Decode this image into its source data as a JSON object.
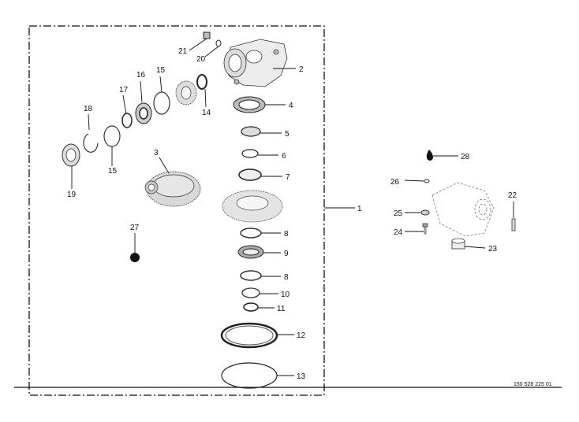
{
  "drawing": {
    "reference_number": "150 528 225 01",
    "callouts": [
      {
        "id": "c1",
        "label": "1"
      },
      {
        "id": "c2",
        "label": "2"
      },
      {
        "id": "c3",
        "label": "3"
      },
      {
        "id": "c4",
        "label": "4"
      },
      {
        "id": "c5",
        "label": "5"
      },
      {
        "id": "c6",
        "label": "6"
      },
      {
        "id": "c7",
        "label": "7"
      },
      {
        "id": "c8a",
        "label": "8"
      },
      {
        "id": "c9",
        "label": "9"
      },
      {
        "id": "c8b",
        "label": "8"
      },
      {
        "id": "c10",
        "label": "10"
      },
      {
        "id": "c11",
        "label": "11"
      },
      {
        "id": "c12",
        "label": "12"
      },
      {
        "id": "c13",
        "label": "13"
      },
      {
        "id": "c14",
        "label": "14"
      },
      {
        "id": "c15a",
        "label": "15"
      },
      {
        "id": "c15b",
        "label": "15"
      },
      {
        "id": "c16",
        "label": "16"
      },
      {
        "id": "c17",
        "label": "17"
      },
      {
        "id": "c18",
        "label": "18"
      },
      {
        "id": "c19",
        "label": "19"
      },
      {
        "id": "c20",
        "label": "20"
      },
      {
        "id": "c21",
        "label": "21"
      },
      {
        "id": "c22",
        "label": "22"
      },
      {
        "id": "c23",
        "label": "23"
      },
      {
        "id": "c24",
        "label": "24"
      },
      {
        "id": "c25",
        "label": "25"
      },
      {
        "id": "c26",
        "label": "26"
      },
      {
        "id": "c27",
        "label": "27"
      },
      {
        "id": "c28",
        "label": "28"
      }
    ]
  }
}
